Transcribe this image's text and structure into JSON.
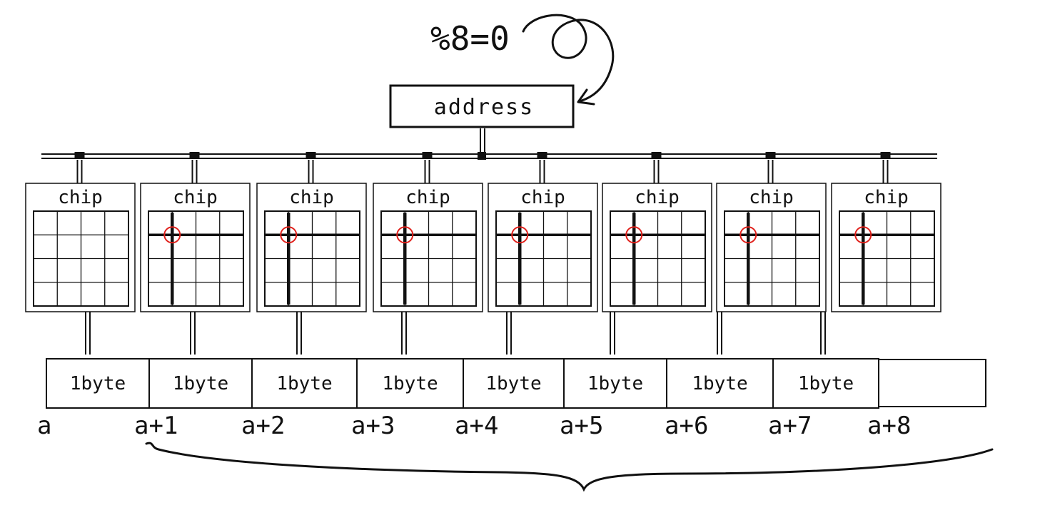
{
  "annotation": {
    "text": "%8=0"
  },
  "address_box": {
    "label": "address"
  },
  "chips": [
    {
      "label": "chip",
      "selected_row": null,
      "selected_col": null
    },
    {
      "label": "chip",
      "selected_row": 2,
      "selected_col": 2
    },
    {
      "label": "chip",
      "selected_row": 2,
      "selected_col": 2
    },
    {
      "label": "chip",
      "selected_row": 2,
      "selected_col": 2
    },
    {
      "label": "chip",
      "selected_row": 2,
      "selected_col": 2
    },
    {
      "label": "chip",
      "selected_row": 2,
      "selected_col": 2
    },
    {
      "label": "chip",
      "selected_row": 2,
      "selected_col": 2
    },
    {
      "label": "chip",
      "selected_row": 2,
      "selected_col": 2
    }
  ],
  "memory_cells": [
    "1byte",
    "1byte",
    "1byte",
    "1byte",
    "1byte",
    "1byte",
    "1byte",
    "1byte",
    ""
  ],
  "address_labels": [
    "a",
    "a+1",
    "a+2",
    "a+3",
    "a+4",
    "a+5",
    "a+6",
    "a+7",
    "a+8"
  ],
  "colors": {
    "ink": "#111111",
    "highlight": "#e0201b",
    "background": "#ffffff"
  }
}
